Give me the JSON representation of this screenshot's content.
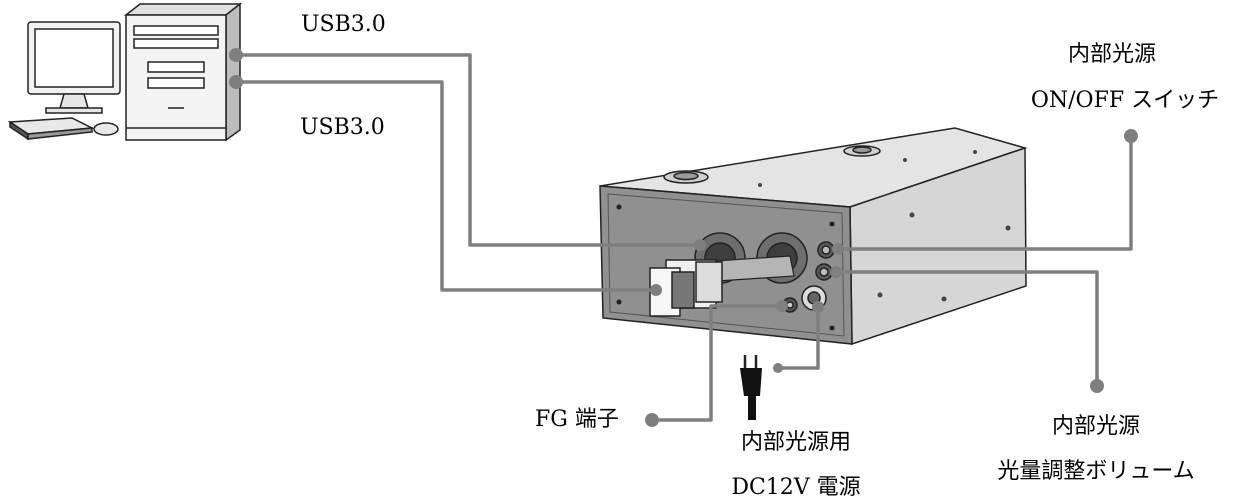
{
  "labels": {
    "usb_top": "USB3.0",
    "usb_bottom": "USB3.0",
    "switch_line1": "内部光源",
    "switch_line2": "ON/OFF スイッチ",
    "fg": "FG 端子",
    "power_line1": "内部光源用",
    "power_line2": "DC12V 電源",
    "volume_line1": "内部光源",
    "volume_line2": "光量調整ボリューム"
  },
  "colors": {
    "leader": "#7f7f7f",
    "device_face": "#8f8f8f",
    "device_top": "#e4e4e4",
    "device_side": "#d2d2d2",
    "outline": "#222222"
  }
}
